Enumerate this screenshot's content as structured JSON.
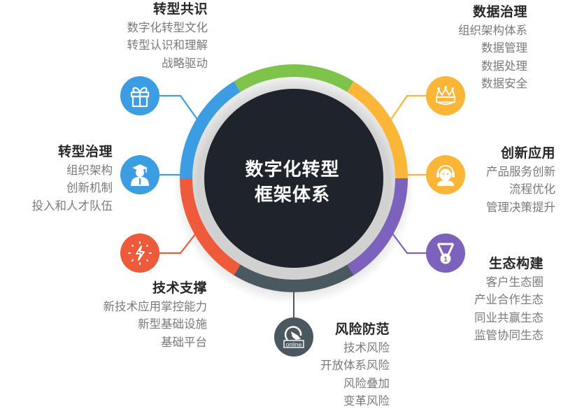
{
  "center": {
    "line1": "数字化转型",
    "line2": "框架体系",
    "disc_color": "#1f232b"
  },
  "ring": {
    "segments": [
      {
        "name": "green",
        "color": "#7ec44a"
      },
      {
        "name": "yellow",
        "color": "#fbb638"
      },
      {
        "name": "purple",
        "color": "#7c61bd"
      },
      {
        "name": "gray",
        "color": "#4c5860"
      },
      {
        "name": "red",
        "color": "#ee5a3a"
      },
      {
        "name": "blue",
        "color": "#3d9de3"
      }
    ]
  },
  "nodes": [
    {
      "id": "transformation-consensus",
      "title": "转型共识",
      "icon": "gift-icon",
      "color": "#3d9de3",
      "items": [
        "数字化转型文化",
        "转型认识和理解",
        "战略驱动"
      ]
    },
    {
      "id": "transformation-governance",
      "title": "转型治理",
      "icon": "graduate-icon",
      "color": "#3d9de3",
      "items": [
        "组织架构",
        "创新机制",
        "投入和人才队伍"
      ]
    },
    {
      "id": "technical-support",
      "title": "技术支撑",
      "icon": "lightning-bulb-icon",
      "color": "#ee5a3a",
      "items": [
        "新技术应用掌控能力",
        "新型基础设施",
        "基础平台"
      ]
    },
    {
      "id": "data-governance",
      "title": "数据治理",
      "icon": "crown-icon",
      "color": "#fbb638",
      "items": [
        "组织架构体系",
        "数据管理",
        "数据处理",
        "数据安全"
      ]
    },
    {
      "id": "innovation-application",
      "title": "创新应用",
      "icon": "headset-person-icon",
      "color": "#fbb638",
      "items": [
        "产品服务创新",
        "流程优化",
        "管理决策提升"
      ]
    },
    {
      "id": "ecosystem-building",
      "title": "生态构建",
      "icon": "medal-icon",
      "color": "#7c61bd",
      "items": [
        "客户生态圈",
        "产业合作生态",
        "同业共赢生态",
        "监管协同生态"
      ]
    },
    {
      "id": "risk-prevention",
      "title": "风险防范",
      "icon": "online-globe-icon",
      "color": "#4c5860",
      "items": [
        "技术风险",
        "开放体系风险",
        "风险叠加",
        "变革风险"
      ]
    }
  ],
  "icon_labels": {
    "online": "online"
  }
}
